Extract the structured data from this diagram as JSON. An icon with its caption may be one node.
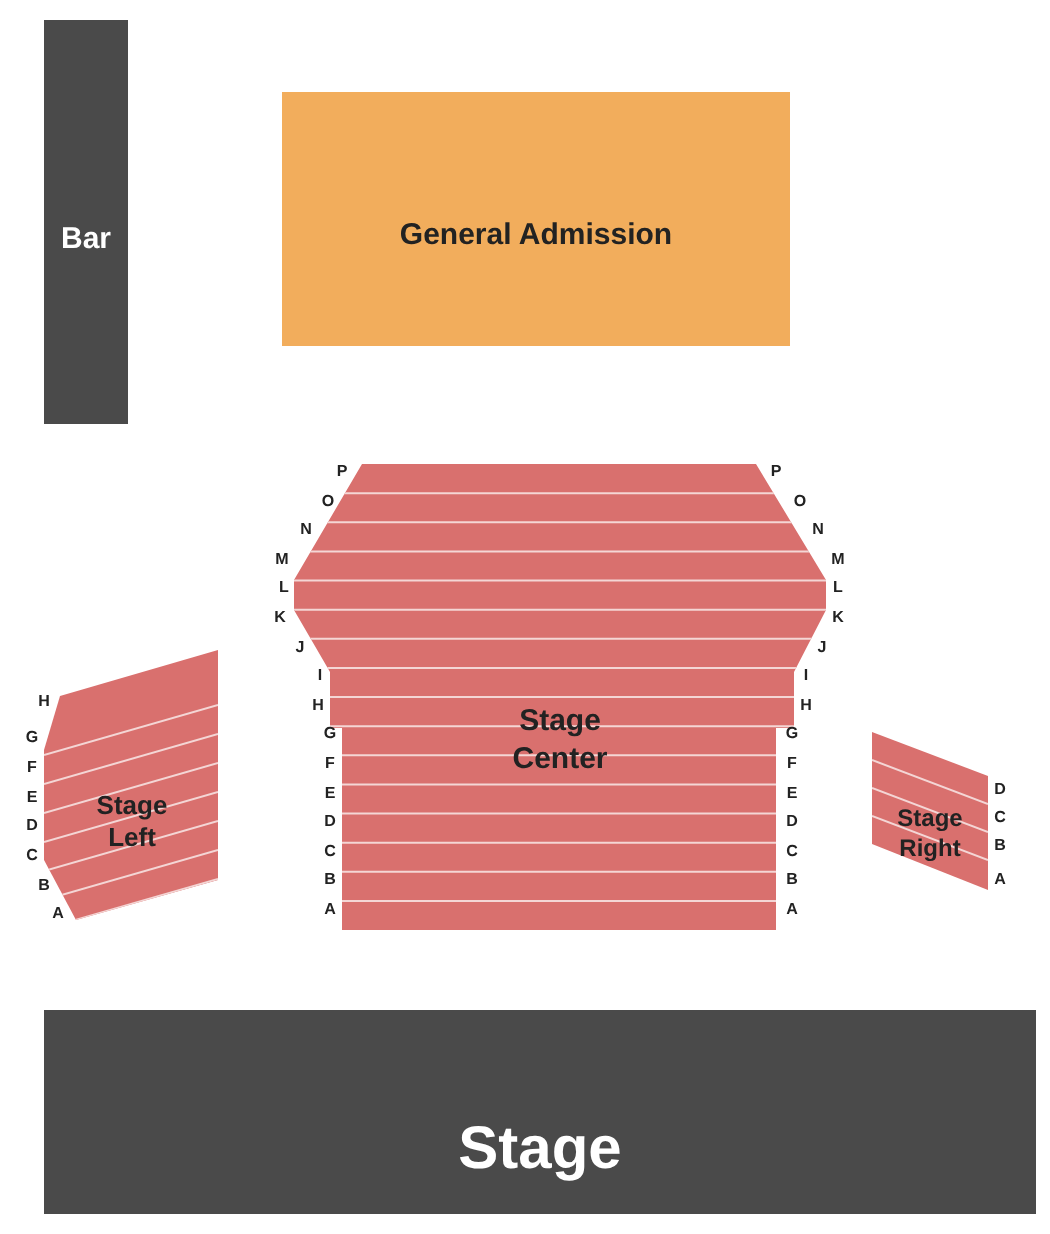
{
  "diagram": {
    "nodes": [
      {
        "text": [
          "Bar"
        ]
      },
      {
        "text": [
          "General Admission"
        ]
      },
      {
        "text": [
          "Stage Center"
        ]
      },
      {
        "text": [
          "Stage Left"
        ]
      },
      {
        "text": [
          "Stage Right"
        ]
      },
      {
        "text": [
          "Stage"
        ]
      }
    ],
    "labels": [
      "P",
      "P",
      "O",
      "O",
      "N",
      "N",
      "M",
      "M",
      "L",
      "L",
      "K",
      "K",
      "J",
      "J",
      "I",
      "I",
      "H",
      "H",
      "G",
      "G",
      "F",
      "F",
      "E",
      "E",
      "D",
      "D",
      "C",
      "C",
      "B",
      "B",
      "A",
      "A",
      "H",
      "G",
      "F",
      "E",
      "D",
      "C",
      "B",
      "A",
      "D",
      "C",
      "B",
      "A"
    ]
  }
}
